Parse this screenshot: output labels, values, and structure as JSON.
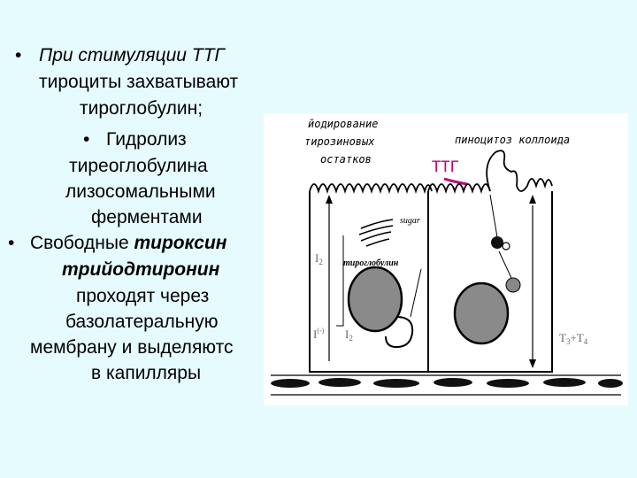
{
  "text": {
    "b1_l1_italic": "При стимуляции ТТГ",
    "b1_l2": "тироциты захватывают",
    "b1_l3": "тироглобулин;",
    "b2_l1": "Гидролиз",
    "b2_l2": "тиреоглобулина",
    "b2_l3": "лизосомальными",
    "b2_l4": "ферментами",
    "b3_l1_plain": "Свободные ",
    "b3_l1_bold": "тироксин",
    "b3_l2_bold": "трийодтиронин",
    "b3_l3": "проходят через",
    "b3_l4": "базолатеральную",
    "b3_l5": "мембрану и выделяютс",
    "b3_l6": "в капилляры",
    "bullet": "•"
  },
  "figure": {
    "label_iod_1": "йодирование",
    "label_iod_2": "тирозиновых",
    "label_iod_3": "остатков",
    "label_pino": "пиноцитоз  коллоида",
    "label_ttg": "ТТГ",
    "label_sugar": "sugar",
    "label_tg": "тироглобулин",
    "ion_i2_top": "I",
    "ion_i2_top_sub": "2",
    "ion_i_minus": "I",
    "ion_i_minus_sup": "(-)",
    "ion_i2_bottom": "I",
    "ion_i2_bottom_sub": "2",
    "ion_t3t4": "T",
    "ion_t3_sub": "3",
    "ion_plus": "+T",
    "ion_t4_sub": "4"
  },
  "colors": {
    "background": "#e6fbfd",
    "ttg_label": "#c0007a",
    "figure_bg": "#ffffff"
  }
}
